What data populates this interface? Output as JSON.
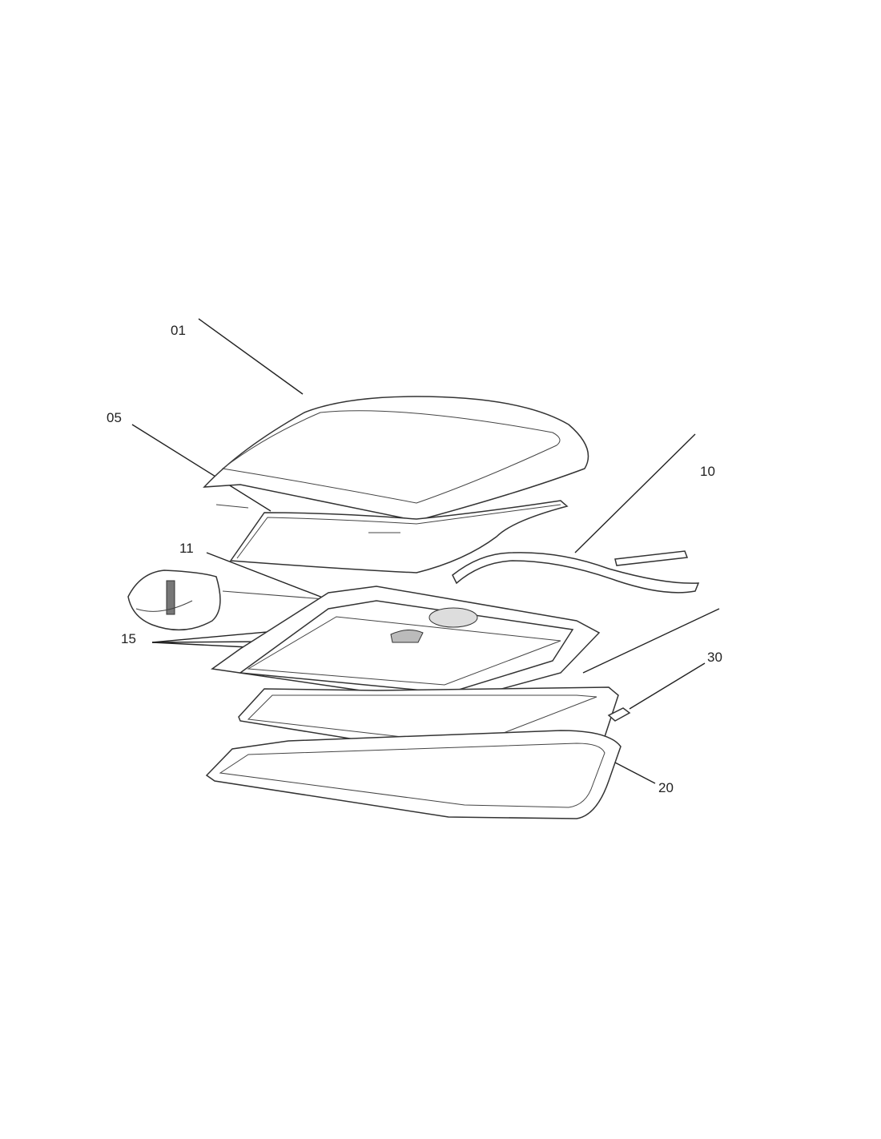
{
  "diagram": {
    "title": "Exploded view of roof vent assembly",
    "callouts": [
      {
        "id": "01",
        "label": "01"
      },
      {
        "id": "05",
        "label": "05"
      },
      {
        "id": "10",
        "label": "10"
      },
      {
        "id": "11",
        "label": "11"
      },
      {
        "id": "15",
        "label": "15"
      },
      {
        "id": "30",
        "label": "30"
      },
      {
        "id": "20",
        "label": "20"
      }
    ],
    "line_color": "#222222"
  }
}
